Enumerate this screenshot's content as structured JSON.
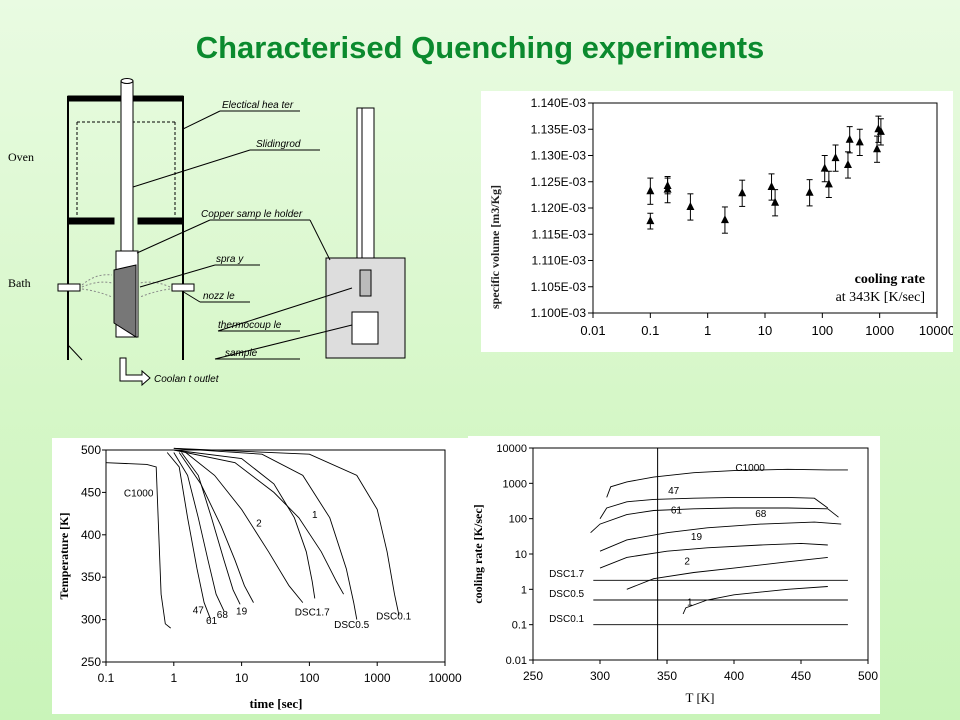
{
  "slide": {
    "title": "Characterised Quenching experiments"
  },
  "apparatus": {
    "side_labels": {
      "oven": "Oven",
      "bath": "Bath"
    },
    "callouts": {
      "electrical_heater": "Electical hea ter",
      "sliding_rod": "Slidingrod",
      "copper_sample_holder": "Copper samp le holder",
      "spray": "spra y",
      "nozzle": "nozz le",
      "thermocouple": "thermocoup le",
      "sample": "sample",
      "coolant_outlet": "Coolan t outlet"
    }
  },
  "chart_data": [
    {
      "id": "specific-volume",
      "type": "scatter",
      "xscale": "log",
      "xlim": [
        0.01,
        10000
      ],
      "ylim": [
        0.0011,
        0.00114
      ],
      "x_ticks": [
        "0.01",
        "0.1",
        "1",
        "10",
        "100",
        "1000",
        "10000"
      ],
      "y_ticks": [
        "1.100E-03",
        "1.105E-03",
        "1.110E-03",
        "1.115E-03",
        "1.120E-03",
        "1.125E-03",
        "1.130E-03",
        "1.135E-03",
        "1.140E-03"
      ],
      "ylabel": "specific volume [m3/Kg]",
      "annotation": [
        "cooling rate",
        "at 343K [K/sec]"
      ],
      "marker": "triangle",
      "error_bars": true,
      "points": [
        {
          "x": 0.1,
          "y": 0.0011175,
          "err": 1.5e-06
        },
        {
          "x": 0.1,
          "y": 0.0011232,
          "err": 2.5e-06
        },
        {
          "x": 0.2,
          "y": 0.0011242,
          "err": 1.5e-06
        },
        {
          "x": 0.2,
          "y": 0.0011235,
          "err": 2.5e-06
        },
        {
          "x": 0.5,
          "y": 0.0011202,
          "err": 2.5e-06
        },
        {
          "x": 2,
          "y": 0.0011177,
          "err": 2.5e-06
        },
        {
          "x": 4,
          "y": 0.0011228,
          "err": 2.5e-06
        },
        {
          "x": 13,
          "y": 0.001124,
          "err": 2.5e-06
        },
        {
          "x": 15,
          "y": 0.001121,
          "err": 2.5e-06
        },
        {
          "x": 60,
          "y": 0.0011229,
          "err": 2.5e-06
        },
        {
          "x": 110,
          "y": 0.0011275,
          "err": 2.5e-06
        },
        {
          "x": 130,
          "y": 0.0011245,
          "err": 2.5e-06
        },
        {
          "x": 170,
          "y": 0.0011295,
          "err": 2.5e-06
        },
        {
          "x": 280,
          "y": 0.0011282,
          "err": 2.5e-06
        },
        {
          "x": 300,
          "y": 0.001133,
          "err": 2.5e-06
        },
        {
          "x": 450,
          "y": 0.0011325,
          "err": 2.5e-06
        },
        {
          "x": 900,
          "y": 0.0011312,
          "err": 2.5e-06
        },
        {
          "x": 950,
          "y": 0.001135,
          "err": 2.5e-06
        },
        {
          "x": 1050,
          "y": 0.0011345,
          "err": 2.5e-06
        }
      ]
    },
    {
      "id": "temperature-time",
      "type": "line",
      "xscale": "log",
      "xlim": [
        0.1,
        10000
      ],
      "ylim": [
        250,
        500
      ],
      "x_ticks": [
        "0.1",
        "1",
        "10",
        "100",
        "1000",
        "10000"
      ],
      "y_ticks": [
        "250",
        "300",
        "350",
        "400",
        "450",
        "500"
      ],
      "xlabel": "time [sec]",
      "ylabel": "Temperature [K]",
      "series": [
        {
          "name": "C1000",
          "points": [
            [
              0.1,
              485
            ],
            [
              0.4,
              483
            ],
            [
              0.55,
              480
            ],
            [
              0.6,
              400
            ],
            [
              0.65,
              330
            ],
            [
              0.75,
              295
            ],
            [
              0.9,
              290
            ]
          ]
        },
        {
          "name": "47",
          "points": [
            [
              0.8,
              497
            ],
            [
              1.2,
              480
            ],
            [
              1.6,
              420
            ],
            [
              2.2,
              360
            ],
            [
              2.8,
              320
            ],
            [
              3.5,
              300
            ]
          ]
        },
        {
          "name": "61",
          "points": [
            [
              1.0,
              497
            ],
            [
              1.6,
              470
            ],
            [
              2.3,
              420
            ],
            [
              3.2,
              370
            ],
            [
              4.2,
              330
            ],
            [
              5.5,
              310
            ]
          ]
        },
        {
          "name": "68",
          "points": [
            [
              1.3,
              497
            ],
            [
              2.3,
              470
            ],
            [
              3.6,
              420
            ],
            [
              5.5,
              370
            ],
            [
              7.5,
              335
            ],
            [
              9.5,
              318
            ]
          ]
        },
        {
          "name": "19",
          "points": [
            [
              1.2,
              497
            ],
            [
              2.5,
              460
            ],
            [
              5,
              410
            ],
            [
              8,
              370
            ],
            [
              11,
              340
            ],
            [
              15,
              320
            ]
          ]
        },
        {
          "name": "2",
          "points": [
            [
              1.5,
              497
            ],
            [
              4,
              470
            ],
            [
              10,
              430
            ],
            [
              25,
              380
            ],
            [
              50,
              340
            ],
            [
              80,
              320
            ]
          ]
        },
        {
          "name": "1",
          "points": [
            [
              1.0,
              500
            ],
            [
              8,
              485
            ],
            [
              30,
              450
            ],
            [
              70,
              420
            ],
            [
              150,
              380
            ],
            [
              250,
              345
            ],
            [
              320,
              330
            ]
          ]
        },
        {
          "name": "DSC1.7",
          "points": [
            [
              1.0,
              500
            ],
            [
              10,
              490
            ],
            [
              30,
              460
            ],
            [
              60,
              420
            ],
            [
              90,
              380
            ],
            [
              110,
              345
            ],
            [
              120,
              325
            ]
          ]
        },
        {
          "name": "DSC0.5",
          "points": [
            [
              1.0,
              502
            ],
            [
              20,
              495
            ],
            [
              80,
              470
            ],
            [
              200,
              420
            ],
            [
              350,
              360
            ],
            [
              450,
              320
            ],
            [
              500,
              300
            ]
          ]
        },
        {
          "name": "DSC0.1",
          "points": [
            [
              1.0,
              502
            ],
            [
              100,
              495
            ],
            [
              500,
              470
            ],
            [
              1000,
              430
            ],
            [
              1400,
              380
            ],
            [
              1800,
              330
            ],
            [
              2100,
              305
            ]
          ]
        }
      ]
    },
    {
      "id": "cooling-rate-temperature",
      "type": "line",
      "yscale": "log",
      "xlim": [
        250,
        500
      ],
      "ylim": [
        0.01,
        10000
      ],
      "x_ticks": [
        "250",
        "300",
        "350",
        "400",
        "450",
        "500"
      ],
      "y_ticks": [
        "0.01",
        "0.1",
        "1",
        "10",
        "100",
        "1000",
        "10000"
      ],
      "xlabel": "T [K]",
      "ylabel": "cooling rate [K/sec]",
      "vertical_marker_x": 343,
      "series": [
        {
          "name": "C1000",
          "points": [
            [
              305,
              400
            ],
            [
              308,
              800
            ],
            [
              320,
              1100
            ],
            [
              340,
              1500
            ],
            [
              370,
              2000
            ],
            [
              400,
              2300
            ],
            [
              440,
              2500
            ],
            [
              470,
              2400
            ],
            [
              485,
              2400
            ]
          ]
        },
        {
          "name": "47",
          "points": [
            [
              300,
              100
            ],
            [
              305,
              200
            ],
            [
              320,
              300
            ],
            [
              340,
              350
            ],
            [
              370,
              380
            ],
            [
              400,
              400
            ],
            [
              440,
              400
            ],
            [
              460,
              380
            ],
            [
              470,
              200
            ]
          ]
        },
        {
          "name": "61",
          "points": [
            [
              293,
              40
            ],
            [
              300,
              70
            ],
            [
              320,
              130
            ],
            [
              340,
              170
            ],
            [
              370,
              190
            ],
            [
              400,
              200
            ],
            [
              440,
              200
            ],
            [
              470,
              190
            ],
            [
              478,
              110
            ]
          ]
        },
        {
          "name": "68",
          "points": [
            [
              300,
              12
            ],
            [
              320,
              25
            ],
            [
              350,
              40
            ],
            [
              380,
              55
            ],
            [
              420,
              70
            ],
            [
              460,
              80
            ],
            [
              480,
              70
            ]
          ]
        },
        {
          "name": "19",
          "points": [
            [
              300,
              4
            ],
            [
              320,
              8
            ],
            [
              350,
              12
            ],
            [
              380,
              15
            ],
            [
              420,
              18
            ],
            [
              450,
              20
            ],
            [
              470,
              18
            ]
          ]
        },
        {
          "name": "2",
          "points": [
            [
              320,
              1
            ],
            [
              340,
              2
            ],
            [
              370,
              3
            ],
            [
              400,
              4
            ],
            [
              440,
              6
            ],
            [
              470,
              8
            ]
          ]
        },
        {
          "name": "1",
          "points": [
            [
              362,
              0.2
            ],
            [
              364,
              0.3
            ],
            [
              380,
              0.5
            ],
            [
              400,
              0.7
            ],
            [
              440,
              1.0
            ],
            [
              470,
              1.2
            ]
          ]
        },
        {
          "name": "DSC1.7",
          "points": [
            [
              295,
              1.8
            ],
            [
              485,
              1.8
            ]
          ]
        },
        {
          "name": "DSC0.5",
          "points": [
            [
              295,
              0.5
            ],
            [
              485,
              0.5
            ]
          ]
        },
        {
          "name": "DSC0.1",
          "points": [
            [
              295,
              0.1
            ],
            [
              485,
              0.1
            ]
          ]
        }
      ]
    }
  ]
}
